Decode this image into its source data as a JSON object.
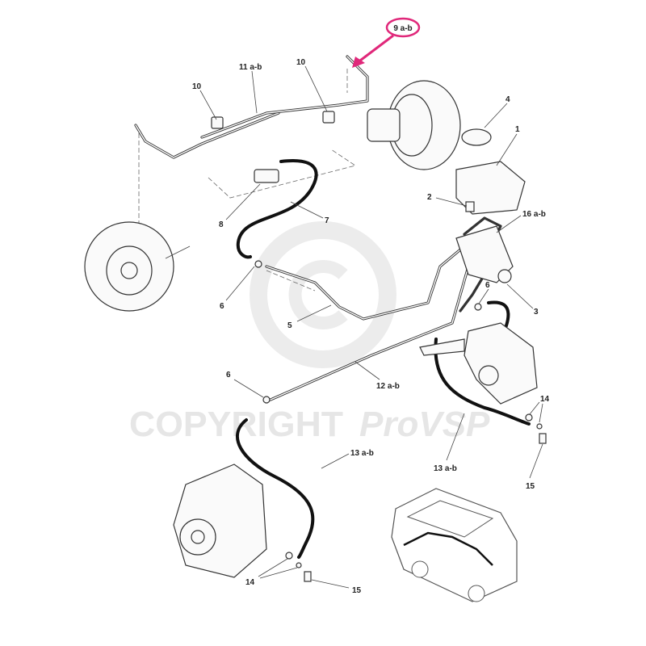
{
  "watermark": {
    "text": "COPYRIGHT",
    "brand": "ProVSP",
    "symbol": "©"
  },
  "highlight_color": "#e0287a",
  "callouts": {
    "c9": "9 a-b",
    "c11": "11 a-b",
    "c10a": "10",
    "c10b": "10",
    "c4": "4",
    "c1": "1",
    "c2": "2",
    "c16": "16 a-b",
    "c8": "8",
    "c7": "7",
    "c6a": "6",
    "c6b": "6",
    "c6c": "6",
    "c5": "5",
    "c3": "3",
    "c12": "12 a-b",
    "c14a": "14",
    "c14b": "14",
    "c13a": "13 a-b",
    "c13b": "13 a-b",
    "c15a": "15",
    "c15b": "15"
  }
}
